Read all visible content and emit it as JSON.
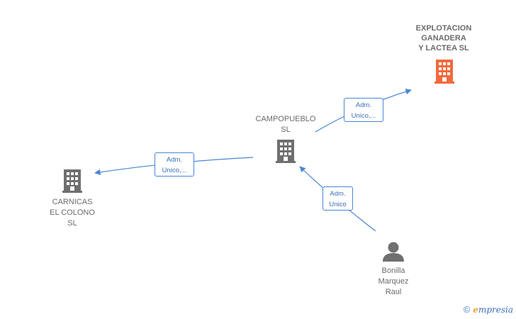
{
  "nodes": {
    "explotacion": {
      "lines": [
        "EXPLOTACION",
        "GANADERA",
        "Y LACTEA  SL"
      ],
      "icon": "building-icon",
      "color": "#f26a3c"
    },
    "campopueblo": {
      "lines": [
        "CAMPOPUEBLO",
        "SL"
      ],
      "icon": "building-icon",
      "color": "#6f6f6f"
    },
    "carnicas": {
      "lines": [
        "CARNICAS",
        "EL COLONO",
        "SL"
      ],
      "icon": "building-icon",
      "color": "#6f6f6f"
    },
    "bonilla": {
      "lines": [
        "Bonilla",
        "Marquez",
        "Raul"
      ],
      "icon": "person-icon",
      "color": "#6f6f6f"
    }
  },
  "edges": {
    "campo_to_explotacion": {
      "lines": [
        "Adm.",
        "Unico,..."
      ]
    },
    "campo_to_carnicas": {
      "lines": [
        "Adm.",
        "Unico,..."
      ]
    },
    "bonilla_to_campo": {
      "lines": [
        "Adm.",
        "Unico"
      ]
    }
  },
  "colors": {
    "edge": "#4a86d4",
    "label_text": "#6b6b6b"
  },
  "watermark": {
    "copyright": "©",
    "brand_first": "e",
    "brand_rest": "mpresia"
  }
}
